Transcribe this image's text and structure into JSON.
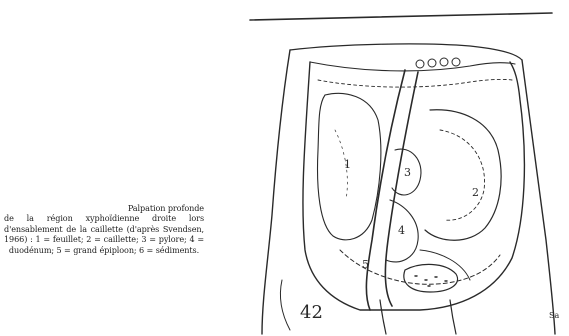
{
  "caption": {
    "title": "Palpation profonde",
    "text": "de la région xyphoïdienne droite lors d'ensablement de la caillette (d'après Svendsen, 1966) : 1 = feuillet; 2 = caillette; 3 = pylore; 4 = duodénum; 5 = grand épiploon; 6 = sédiments."
  },
  "drawing": {
    "labels": {
      "l1": "1",
      "l2": "2",
      "l3": "3",
      "l4": "4",
      "l5": "5",
      "l42": "42",
      "corner": "Sa"
    }
  },
  "colors": {
    "ink": "#2a2a2a",
    "paper": "#ffffff"
  }
}
